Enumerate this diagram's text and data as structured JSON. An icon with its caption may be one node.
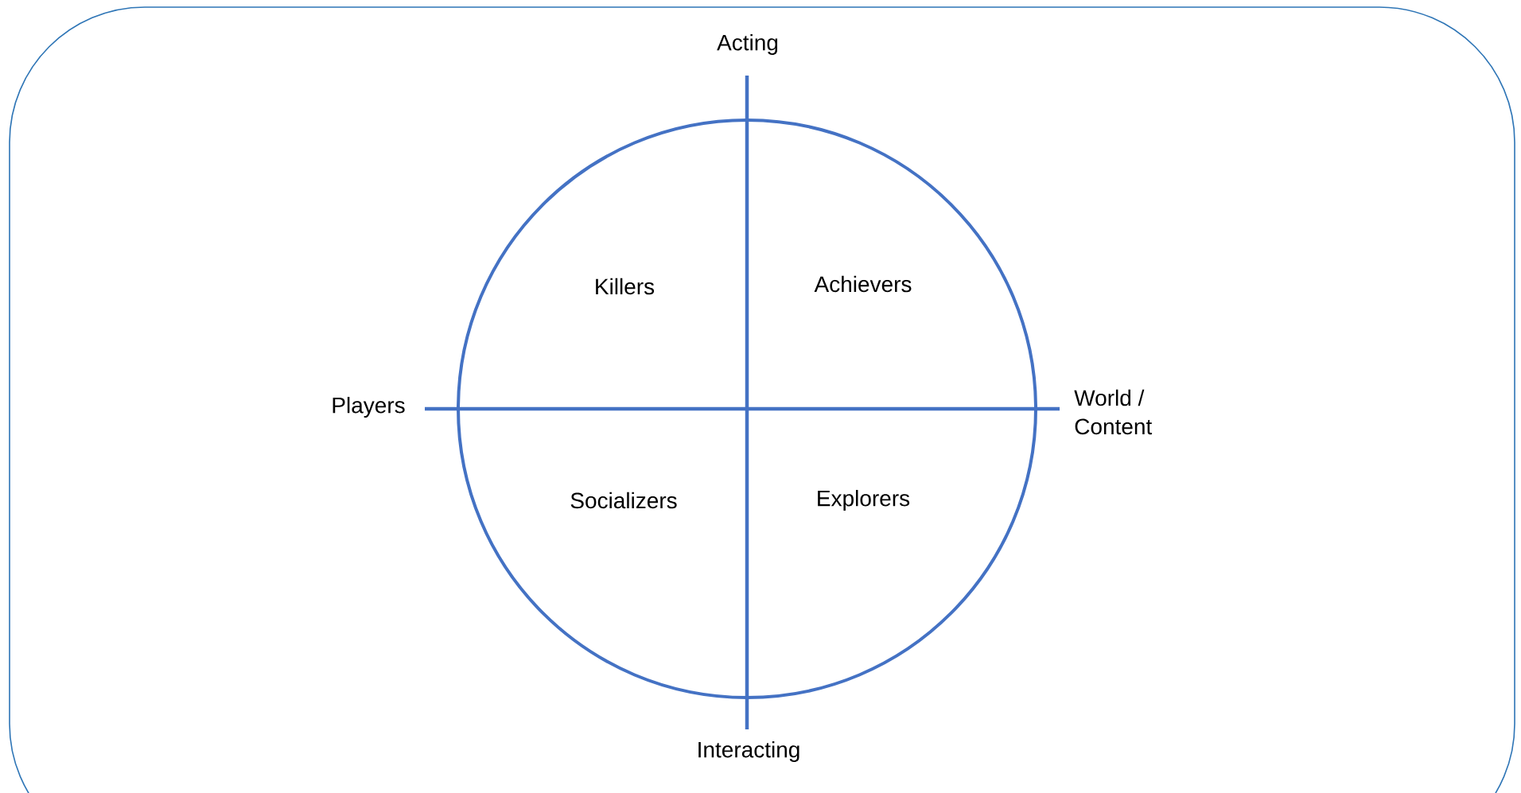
{
  "diagram": {
    "labels": [
      "Acting",
      "Killers",
      "Achievers",
      "Players",
      "World / Content",
      "Socializers",
      "Explorers",
      "Interacting"
    ]
  }
}
